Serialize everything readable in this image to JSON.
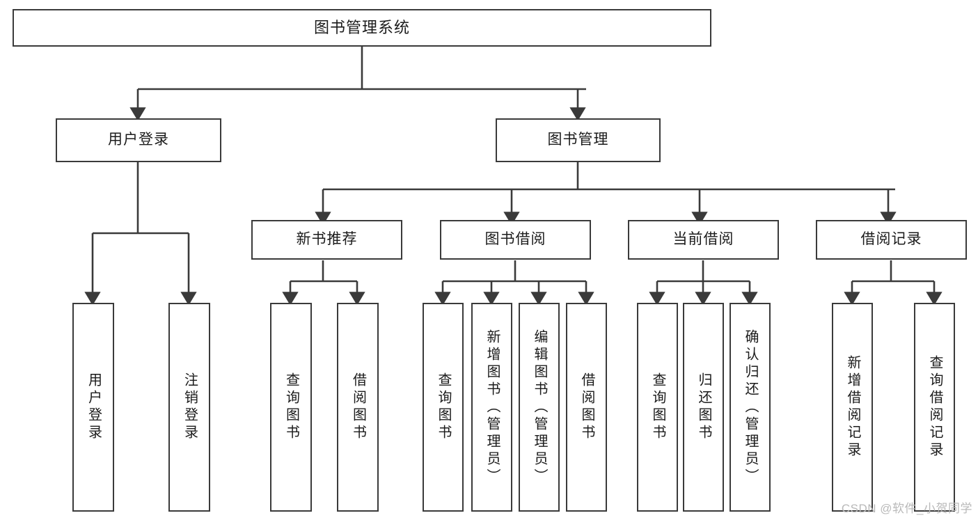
{
  "diagram": {
    "title": "图书管理系统",
    "type": "tree",
    "style": {
      "box_border_color": "#3a3a3a",
      "box_fill": "#ffffff",
      "edge_color": "#3a3a3a",
      "text_color": "#1b1b1b",
      "background": "#ffffff"
    },
    "nodes": {
      "root": {
        "label": "图书管理系统",
        "level": 0,
        "orientation": "horizontal"
      },
      "l1": [
        {
          "id": "user-login",
          "label": "用户登录",
          "orientation": "horizontal"
        },
        {
          "id": "book-manage",
          "label": "图书管理",
          "orientation": "horizontal"
        }
      ],
      "l2": [
        {
          "id": "new-book-recommend",
          "label": "新书推荐",
          "parent": "book-manage",
          "orientation": "horizontal"
        },
        {
          "id": "book-borrow",
          "label": "图书借阅",
          "parent": "book-manage",
          "orientation": "horizontal"
        },
        {
          "id": "current-borrow",
          "label": "当前借阅",
          "parent": "book-manage",
          "orientation": "horizontal"
        },
        {
          "id": "borrow-record",
          "label": "借阅记录",
          "parent": "book-manage",
          "orientation": "horizontal"
        }
      ],
      "leaves": [
        {
          "id": "leaf-user-login",
          "label": "用户登录",
          "parent": "user-login",
          "orientation": "vertical"
        },
        {
          "id": "leaf-user-logout",
          "label": "注销登录",
          "parent": "user-login",
          "orientation": "vertical"
        },
        {
          "id": "leaf-query-book-1",
          "label": "查询图书",
          "parent": "new-book-recommend",
          "orientation": "vertical"
        },
        {
          "id": "leaf-borrow-book-1",
          "label": "借阅图书",
          "parent": "new-book-recommend",
          "orientation": "vertical"
        },
        {
          "id": "leaf-query-book-2",
          "label": "查询图书",
          "parent": "book-borrow",
          "orientation": "vertical"
        },
        {
          "id": "leaf-add-book",
          "label": "新增图书（管理员）",
          "parent": "book-borrow",
          "orientation": "vertical"
        },
        {
          "id": "leaf-edit-book",
          "label": "编辑图书（管理员）",
          "parent": "book-borrow",
          "orientation": "vertical"
        },
        {
          "id": "leaf-borrow-book-2",
          "label": "借阅图书",
          "parent": "book-borrow",
          "orientation": "vertical"
        },
        {
          "id": "leaf-query-book-3",
          "label": "查询图书",
          "parent": "current-borrow",
          "orientation": "vertical"
        },
        {
          "id": "leaf-return-book",
          "label": "归还图书",
          "parent": "current-borrow",
          "orientation": "vertical"
        },
        {
          "id": "leaf-confirm-return",
          "label": "确认归还（管理员）",
          "parent": "current-borrow",
          "orientation": "vertical"
        },
        {
          "id": "leaf-add-record",
          "label": "新增借阅记录",
          "parent": "borrow-record",
          "orientation": "vertical"
        },
        {
          "id": "leaf-query-record",
          "label": "查询借阅记录",
          "parent": "borrow-record",
          "orientation": "vertical"
        }
      ]
    }
  },
  "watermark": {
    "text": "CSDN @软件_小贺同学"
  }
}
